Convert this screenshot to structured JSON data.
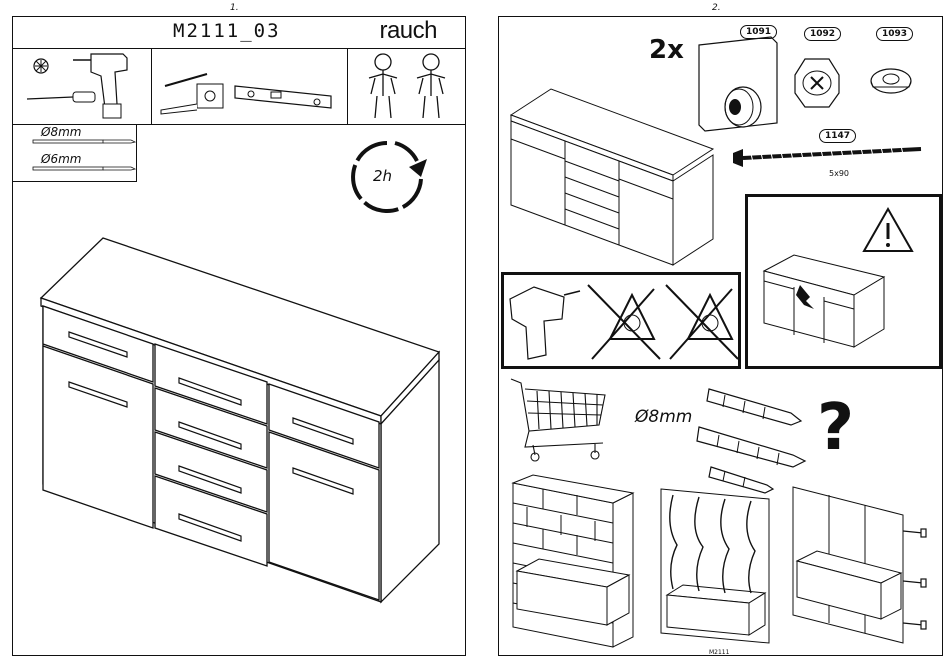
{
  "page1": {
    "number": "1.",
    "model": "M2111_03",
    "brand": "rauch",
    "drill_sizes": [
      "Ø8mm",
      "Ø6mm"
    ],
    "time": "2h"
  },
  "page2": {
    "number": "2.",
    "quantity": "2x",
    "parts": [
      {
        "id": "1091"
      },
      {
        "id": "1092"
      },
      {
        "id": "1093"
      },
      {
        "id": "1147",
        "size": "5x90"
      }
    ],
    "dowel_size": "Ø8mm",
    "question": "?",
    "footer": "M2111"
  }
}
